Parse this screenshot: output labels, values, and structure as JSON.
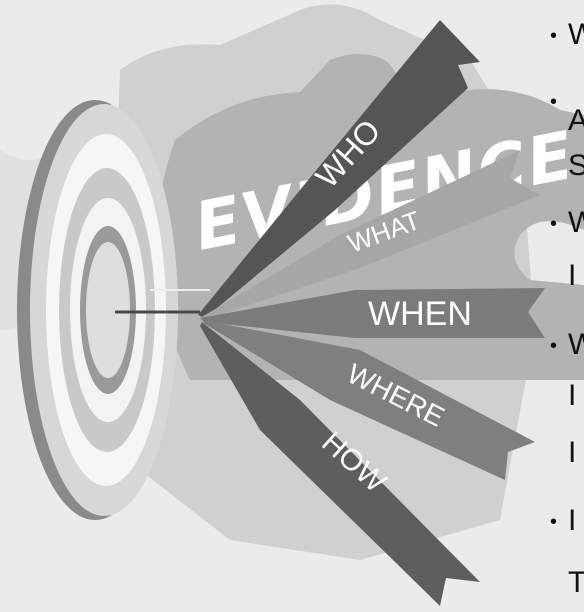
{
  "puzzle": {
    "word": "EVIDENCE",
    "color": "#b3b3b3",
    "text_color": "#ffffff"
  },
  "target": {
    "ring_colors": [
      "#d7d7d7",
      "#f6f6f6",
      "#c9c9c9",
      "#f3f3f3",
      "#9a9a9a",
      "#dedede"
    ]
  },
  "ribbons": [
    {
      "label": "WHO",
      "color": "#555555"
    },
    {
      "label": "WHAT",
      "color": "#a6a6a6"
    },
    {
      "label": "WHEN",
      "color": "#7b7b7b"
    },
    {
      "label": "WHERE",
      "color": "#7f7f7f"
    },
    {
      "label": "HOW",
      "color": "#5e5e5e"
    }
  ],
  "bullet_list": {
    "bullet": "•",
    "fragments": [
      "W",
      "A",
      "S",
      "W",
      "I",
      "W",
      "I",
      "I",
      "I",
      "T"
    ]
  }
}
